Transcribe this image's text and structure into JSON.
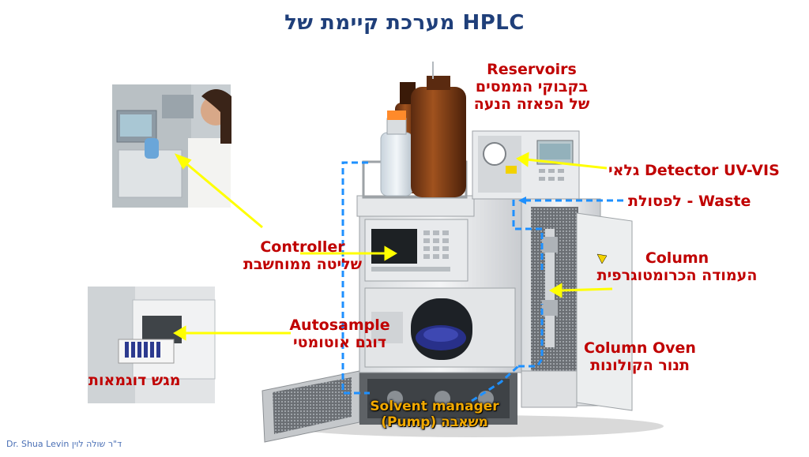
{
  "title": "מערכת קיימת של HPLC",
  "labels": {
    "reservoirs": {
      "en": "Reservoirs",
      "he1": "בקבוקי הממסים",
      "he2": "של הפאזה הנעה"
    },
    "detector": "גלאי Detector UV-VIS",
    "waste": "לפסולת - Waste",
    "controller": {
      "en": "Controller",
      "he": "שליטה ממוחשבת"
    },
    "column": {
      "en": "Column",
      "he": "העמודה הכרומטוגרפית"
    },
    "autosample": {
      "en": "Autosample",
      "he": "דוגם אוטומטי"
    },
    "column_oven": {
      "en": "Column Oven",
      "he": "תנור הקולונות"
    },
    "sample_tray": "מגש דוגמאות",
    "solvent_manager": {
      "en": "Solvent manager",
      "he": "(Pump) משאבה"
    }
  },
  "footer": "Dr. Shua Levin ד\"ר שולה לוין",
  "colors": {
    "title": "#1f3f7a",
    "label": "#c00000",
    "arrow": "#ffff00",
    "flow": "#1e90ff",
    "pump_label": "#f2a900"
  }
}
